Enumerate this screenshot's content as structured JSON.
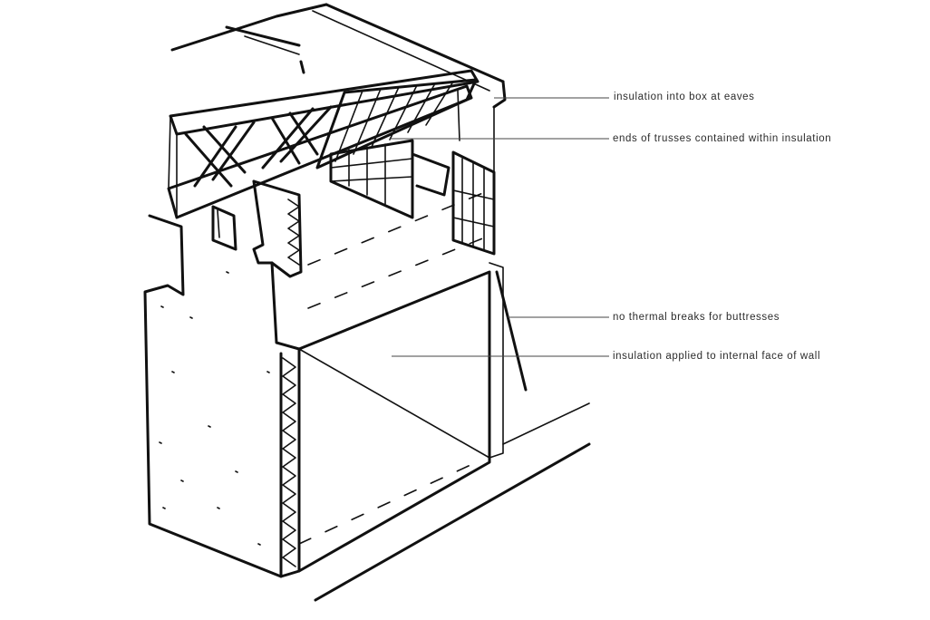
{
  "annotations": [
    {
      "id": "eaves",
      "text": "insulation into box at eaves"
    },
    {
      "id": "trusses",
      "text": "ends of trusses contained within insulation"
    },
    {
      "id": "breaks",
      "text": "no thermal breaks for buttresses"
    },
    {
      "id": "internal",
      "text": "insulation applied to internal face of wall"
    }
  ],
  "colors": {
    "ink": "#111111",
    "leader": "#444444",
    "background": "#ffffff"
  }
}
